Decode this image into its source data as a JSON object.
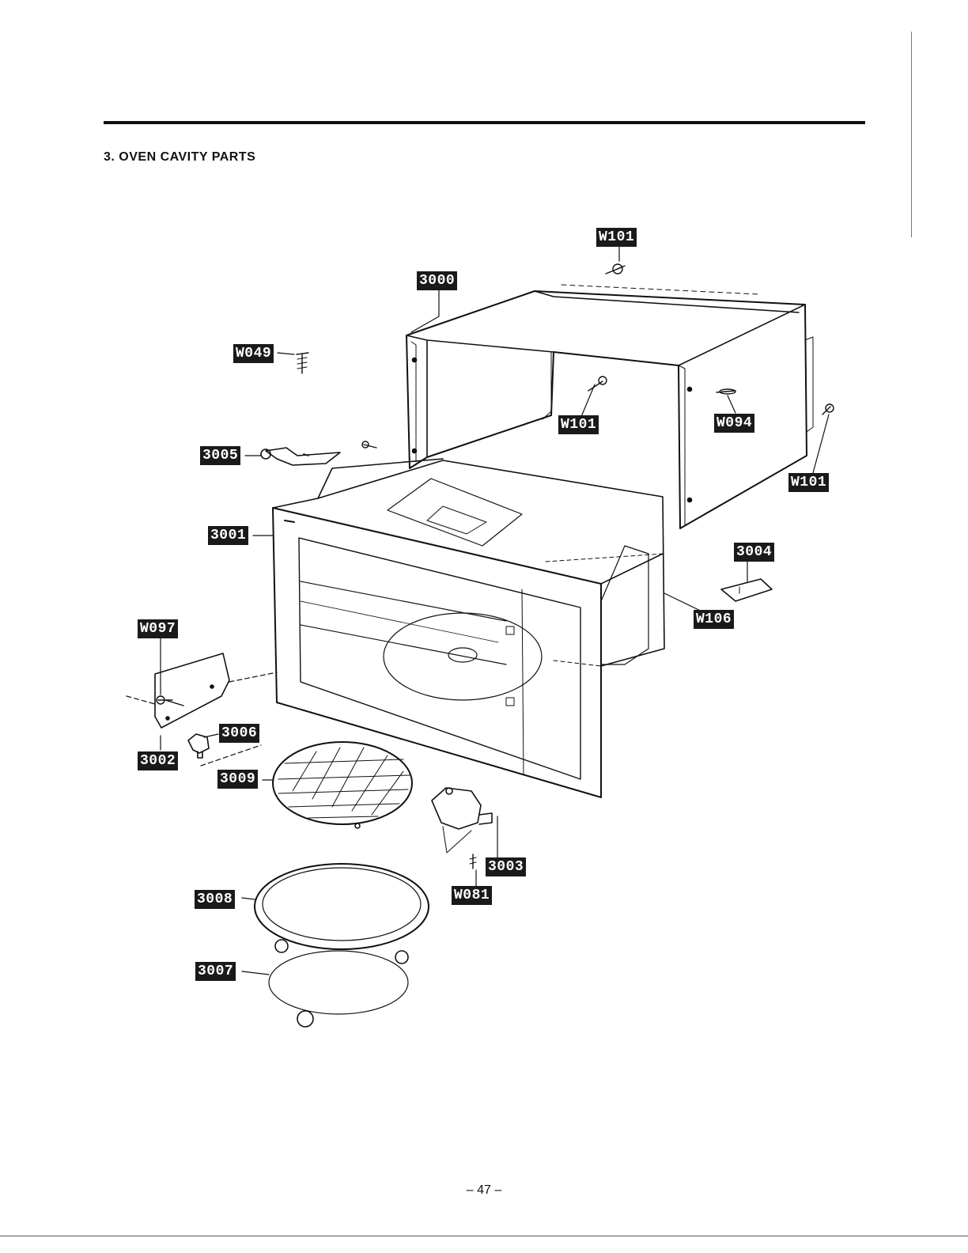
{
  "page": {
    "section_title": "3. OVEN CAVITY PARTS",
    "page_number": "– 47 –"
  },
  "callouts": [
    {
      "id": "W101",
      "label": "W101",
      "part": "screw (top rear)"
    },
    {
      "id": "3000",
      "label": "3000",
      "part": "outer cabinet"
    },
    {
      "id": "W049",
      "label": "W049",
      "part": "screw"
    },
    {
      "id": "W101b",
      "label": "W101",
      "part": "screw (left side)"
    },
    {
      "id": "W094",
      "label": "W094",
      "part": "screw"
    },
    {
      "id": "W101c",
      "label": "W101",
      "part": "screw (right side)"
    },
    {
      "id": "3005",
      "label": "3005",
      "part": "bracket"
    },
    {
      "id": "3001",
      "label": "3001",
      "part": "oven cavity"
    },
    {
      "id": "3004",
      "label": "3004",
      "part": "cover"
    },
    {
      "id": "W106",
      "label": "W106",
      "part": "screw"
    },
    {
      "id": "W097",
      "label": "W097",
      "part": "screw"
    },
    {
      "id": "3006",
      "label": "3006",
      "part": "coupler"
    },
    {
      "id": "3002",
      "label": "3002",
      "part": "waveguide cover"
    },
    {
      "id": "3009",
      "label": "3009",
      "part": "rack"
    },
    {
      "id": "3003",
      "label": "3003",
      "part": "turntable motor"
    },
    {
      "id": "W081",
      "label": "W081",
      "part": "screw"
    },
    {
      "id": "3008",
      "label": "3008",
      "part": "glass tray"
    },
    {
      "id": "3007",
      "label": "3007",
      "part": "roller ring"
    }
  ]
}
